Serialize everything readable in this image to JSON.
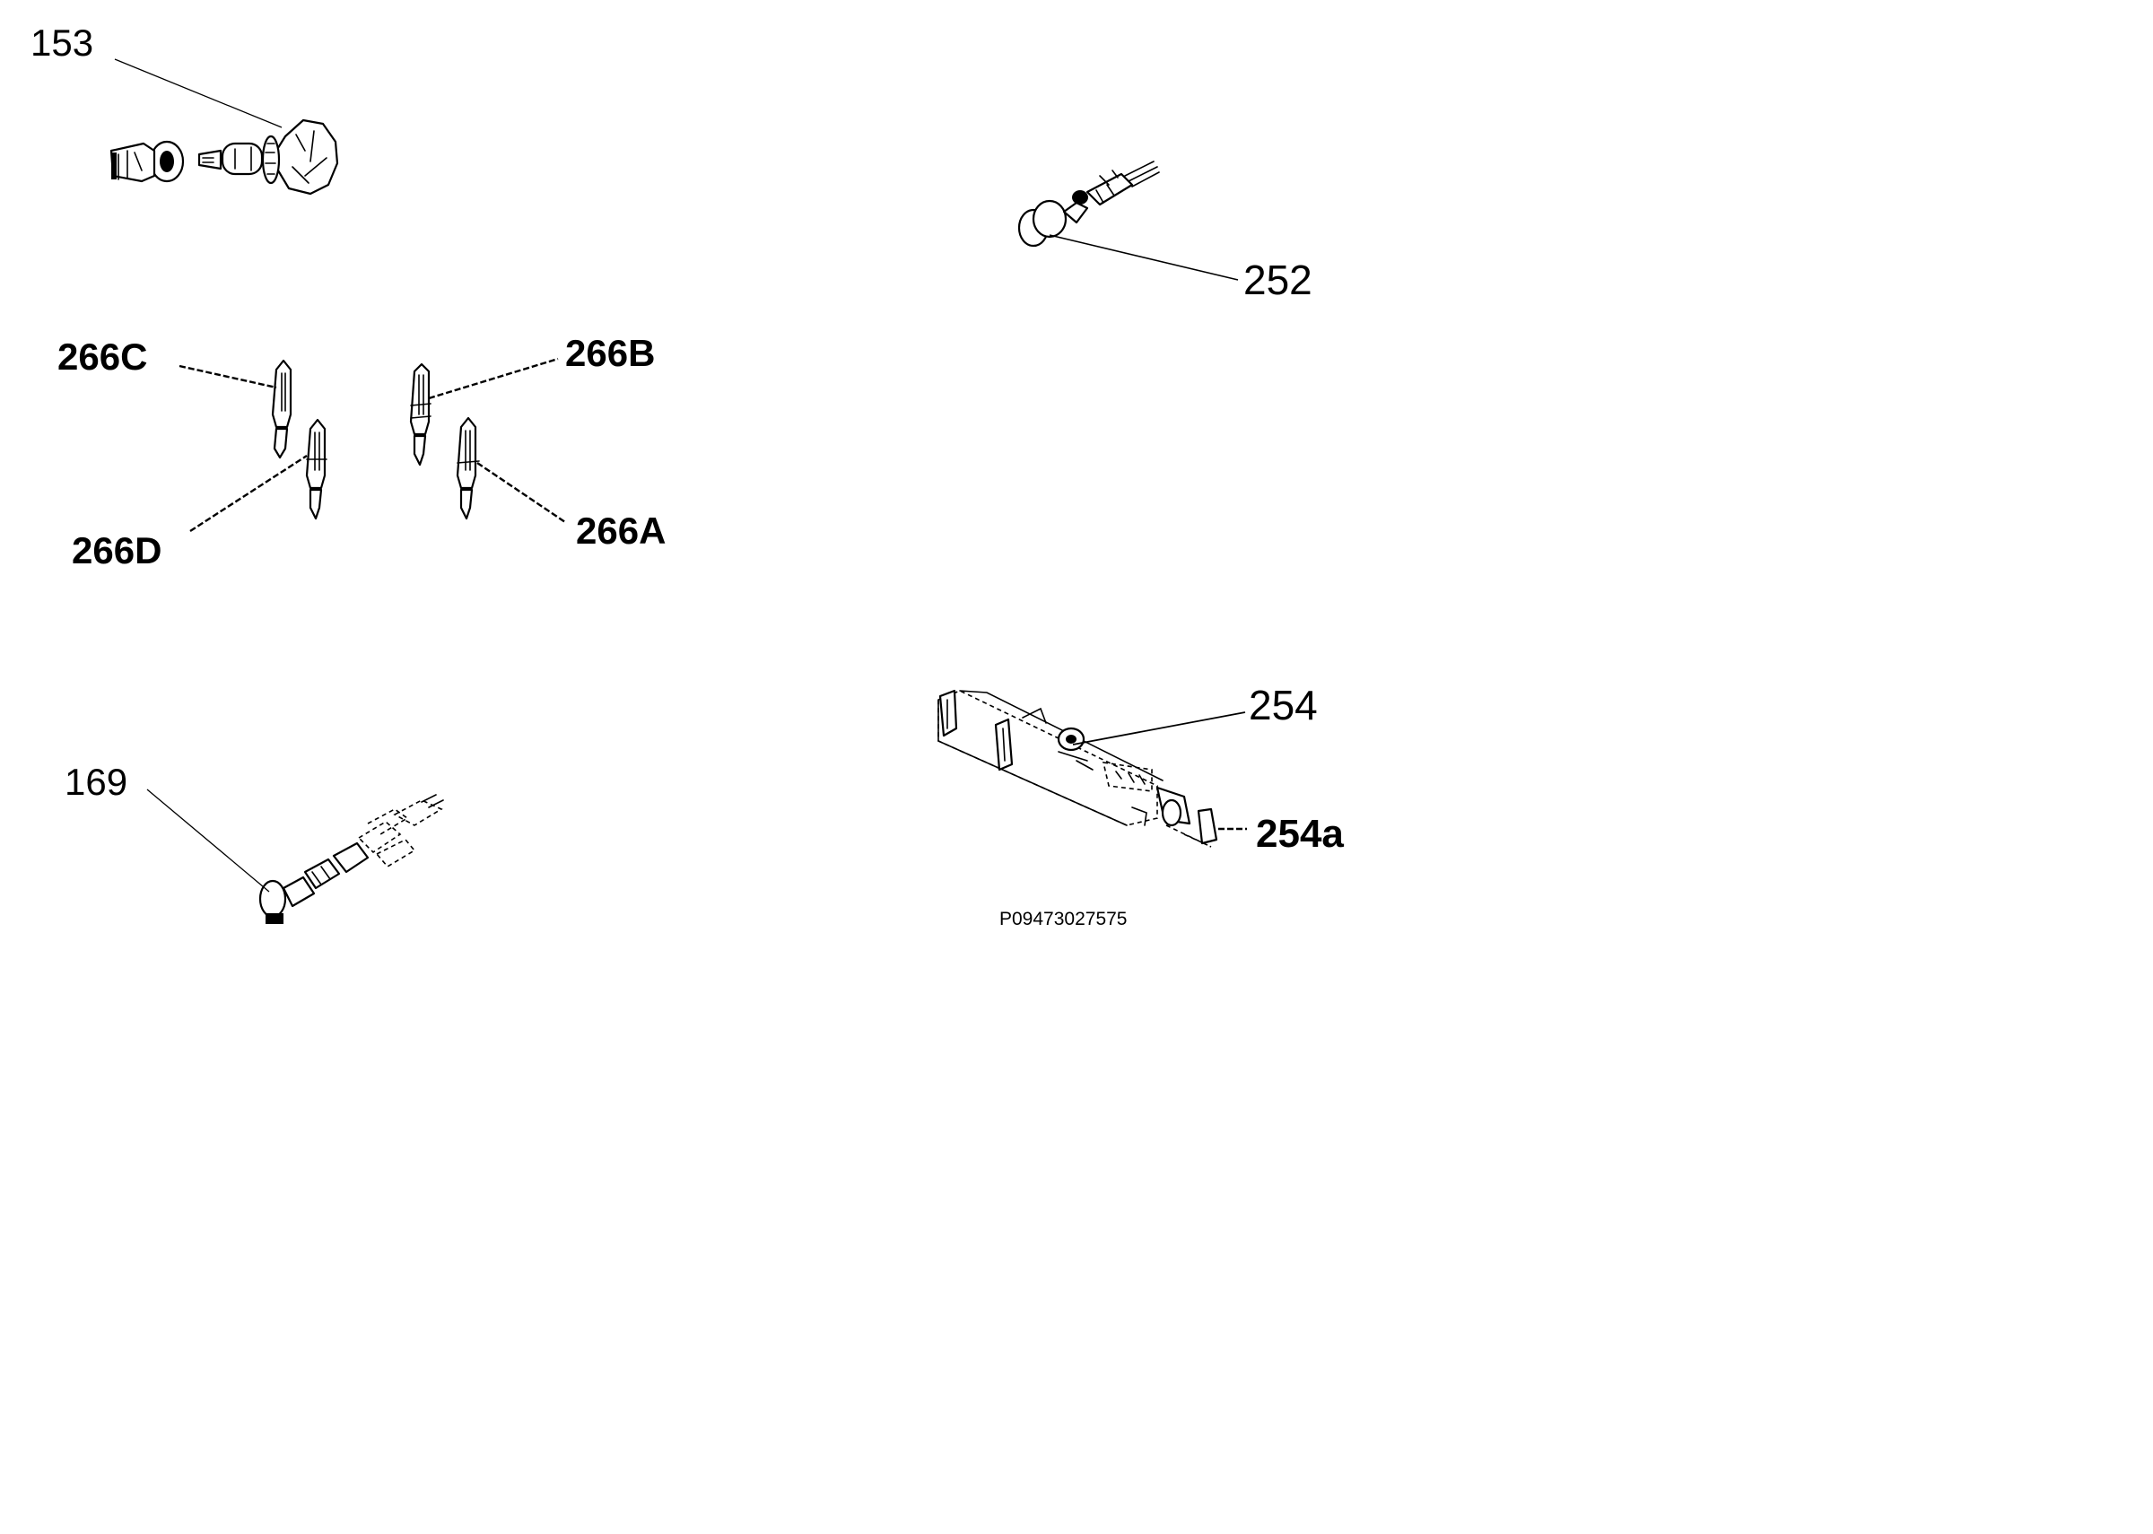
{
  "callouts": {
    "c153": "153",
    "c252": "252",
    "c266C": "266C",
    "c266B": "266B",
    "c266D": "266D",
    "c266A": "266A",
    "c169": "169",
    "c254": "254",
    "c254a": "254a"
  },
  "reference_code": "P09473027575"
}
